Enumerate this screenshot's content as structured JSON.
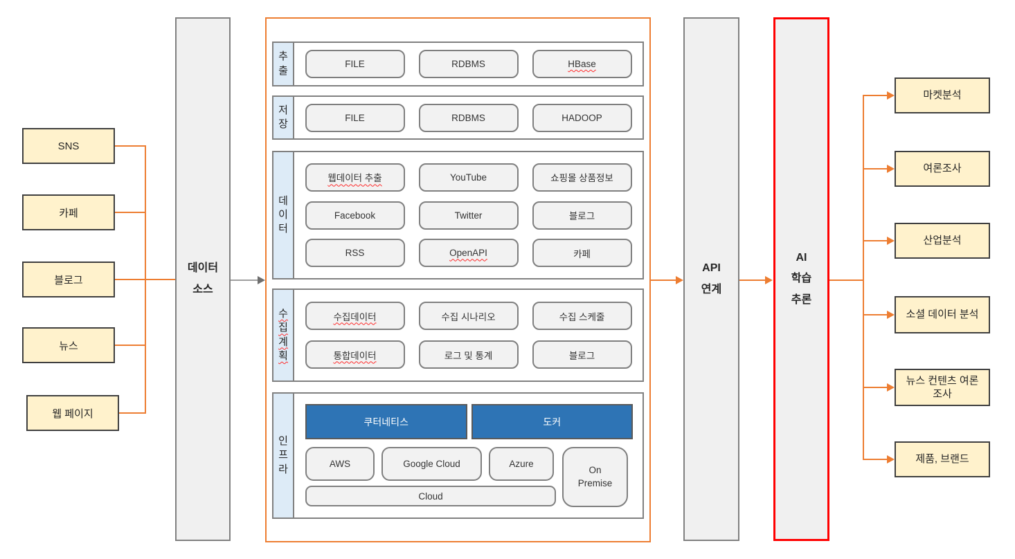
{
  "sources": {
    "items": [
      "SNS",
      "카페",
      "블로그",
      "뉴스",
      "웹 페이지"
    ]
  },
  "data_source_column": {
    "label": "데이터\n소스"
  },
  "pipeline": {
    "sections": [
      {
        "label": "추출",
        "items": [
          "FILE",
          "RDBMS",
          "HBase"
        ]
      },
      {
        "label": "저장",
        "items": [
          "FILE",
          "RDBMS",
          "HADOOP"
        ]
      },
      {
        "label": "데이터",
        "items": [
          "웹데이터 추출",
          "YouTube",
          "쇼핑몰 상품정보",
          "Facebook",
          "Twitter",
          "블로그",
          "RSS",
          "OpenAPI",
          "카페"
        ]
      },
      {
        "label": "수집계획",
        "items": [
          "수집데이터",
          "수집 시나리오",
          "수집 스케줄",
          "통합데이터",
          "로그 및 통계",
          "블로그"
        ]
      },
      {
        "label": "인프라",
        "platforms": [
          "쿠터네티스",
          "도커"
        ],
        "clouds": [
          "AWS",
          "Google Cloud",
          "Azure"
        ],
        "on_premise": "On Premise",
        "cloud_bar": "Cloud"
      }
    ]
  },
  "api_column": {
    "label": "API\n연계"
  },
  "ai_column": {
    "label": "AI\n학습\n추론"
  },
  "outputs": {
    "items": [
      "마켓분석",
      "여론조사",
      "산업분석",
      "소셜 데이터 분석",
      "뉴스 컨텐츠 여론조사",
      "제품, 브랜드"
    ]
  },
  "colors": {
    "accent_orange": "#ED7D31",
    "accent_red": "#FF0000",
    "accent_blue": "#2E74B5",
    "box_yellow": "#FFF2CC",
    "label_blue": "#DDEBF7",
    "column_gray": "#F0F0F0"
  }
}
